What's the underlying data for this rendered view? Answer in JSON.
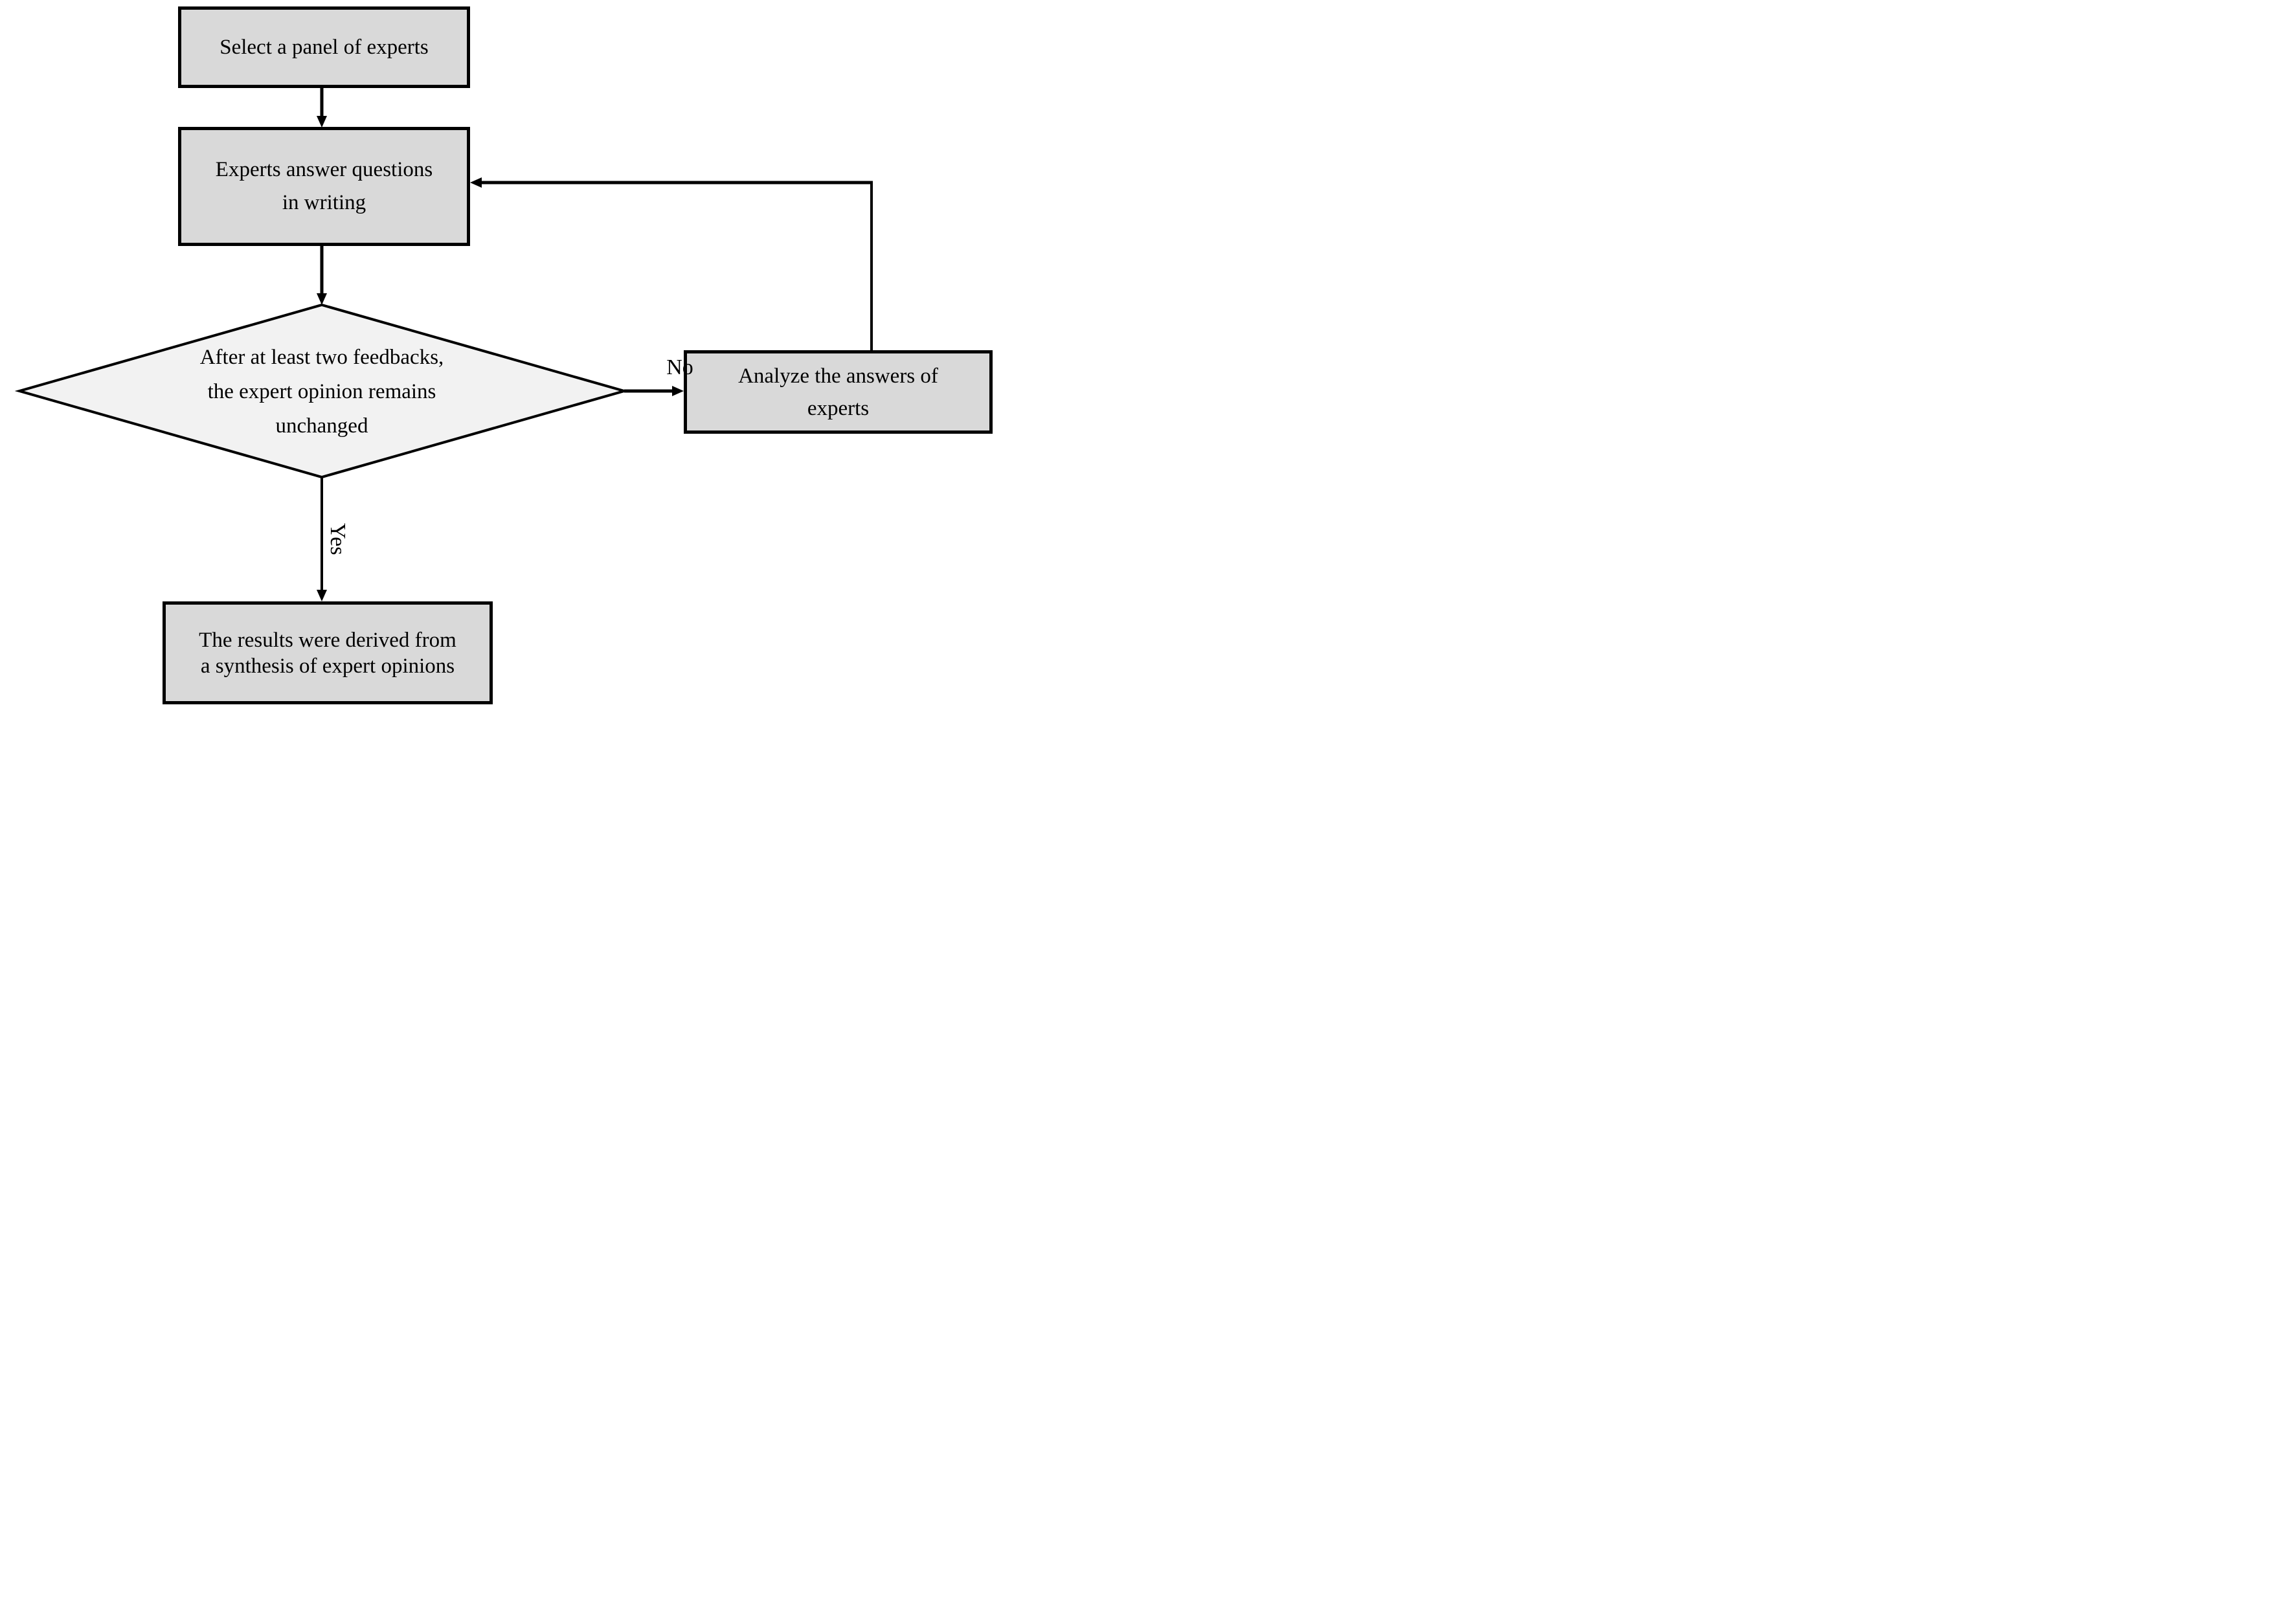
{
  "flowchart": {
    "colors": {
      "background": "#ffffff",
      "node_fill": "#d9d9d9",
      "decision_fill": "#f2f2f2",
      "stroke": "#000000",
      "text": "#000000"
    },
    "nodes": {
      "select_panel": {
        "type": "process",
        "lines": [
          "Select a panel of experts"
        ]
      },
      "answer_questions": {
        "type": "process",
        "lines": [
          "Experts answer questions",
          "in writing"
        ]
      },
      "decision": {
        "type": "decision",
        "lines": [
          "After at least two feedbacks,",
          "the expert opinion remains",
          "unchanged"
        ]
      },
      "analyze_answers": {
        "type": "process",
        "lines": [
          "Analyze the answers of",
          "experts"
        ]
      },
      "results": {
        "type": "process",
        "lines": [
          "The results were derived from",
          "a synthesis of expert opinions"
        ]
      }
    },
    "edges": [
      {
        "from": "select_panel",
        "to": "answer_questions",
        "label": ""
      },
      {
        "from": "answer_questions",
        "to": "decision",
        "label": ""
      },
      {
        "from": "decision",
        "to": "analyze_answers",
        "label": "No"
      },
      {
        "from": "analyze_answers",
        "to": "answer_questions",
        "label": ""
      },
      {
        "from": "decision",
        "to": "results",
        "label": "Yes"
      }
    ],
    "labels": {
      "yes": "Yes",
      "no": "No"
    }
  }
}
